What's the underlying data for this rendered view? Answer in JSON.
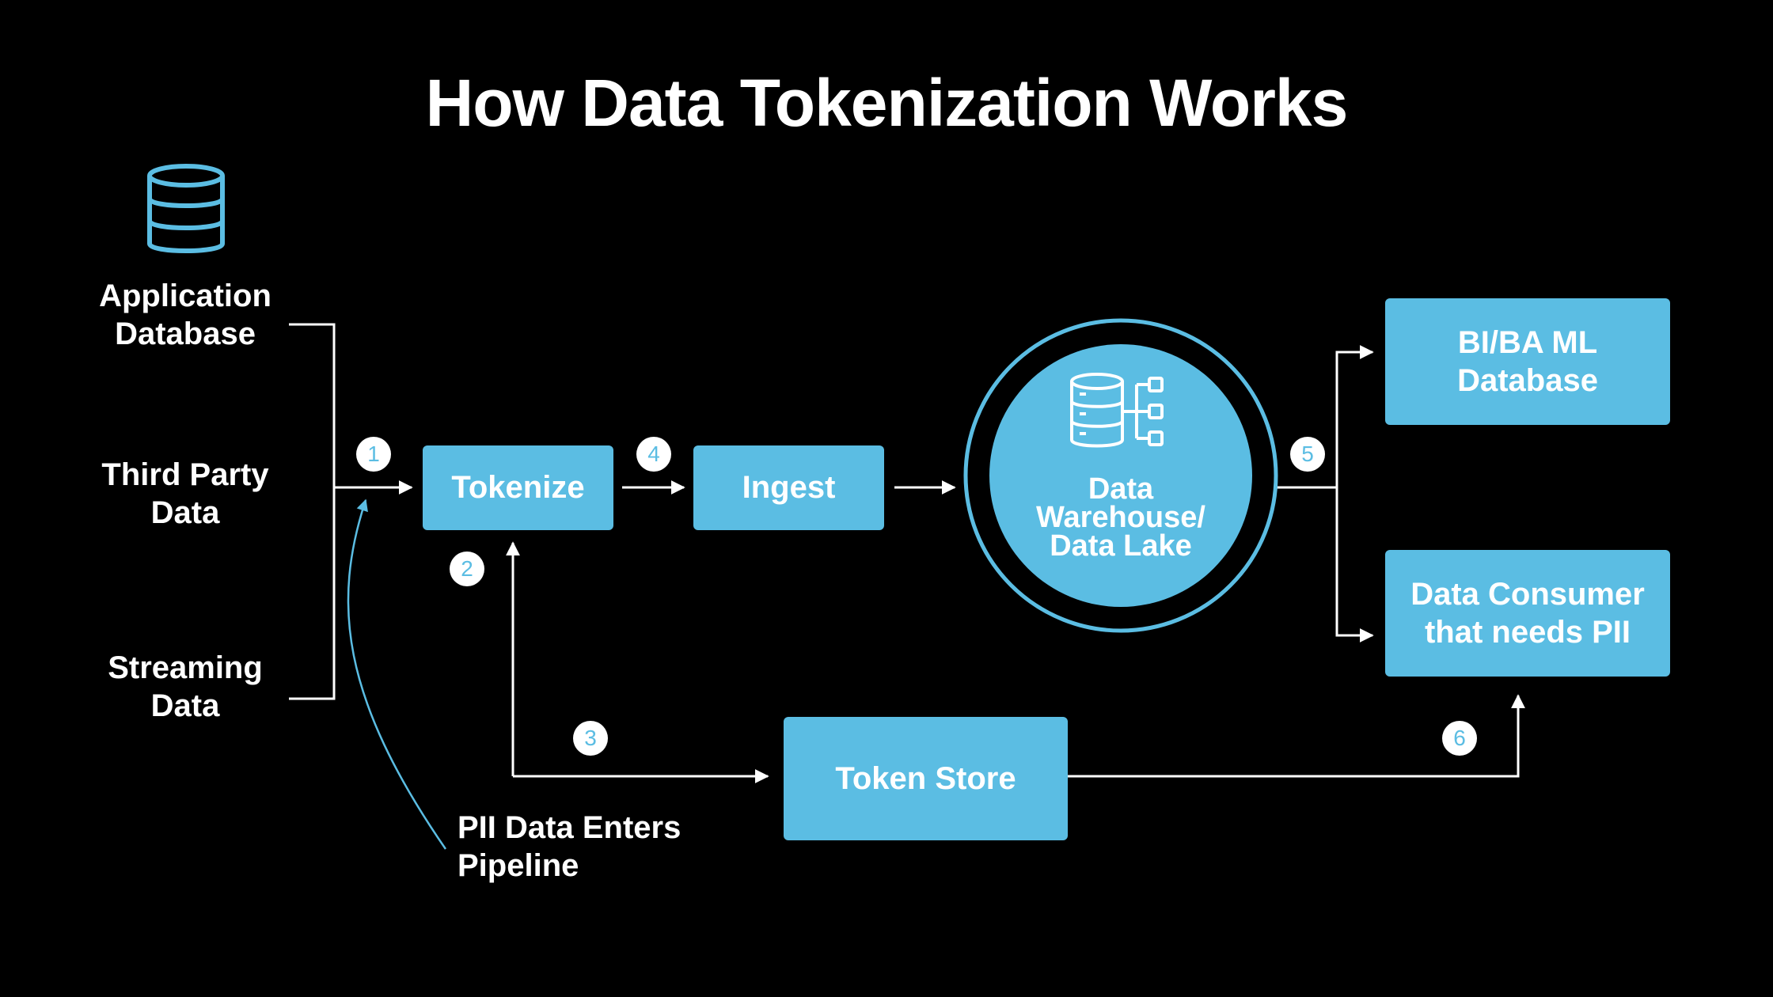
{
  "title": "How Data Tokenization Works",
  "sources": [
    {
      "line1": "Application",
      "line2": "Database"
    },
    {
      "line1": "Third Party",
      "line2": "Data"
    },
    {
      "line1": "Streaming",
      "line2": "Data"
    }
  ],
  "boxes": {
    "tokenize": "Tokenize",
    "ingest": "Ingest",
    "warehouse_line1": "Data",
    "warehouse_line2": "Warehouse/",
    "warehouse_line3": "Data Lake",
    "bi_line1": "BI/BA ML",
    "bi_line2": "Database",
    "consumer_line1": "Data Consumer",
    "consumer_line2": "that needs PII",
    "token_store": "Token Store"
  },
  "steps": [
    "1",
    "2",
    "3",
    "4",
    "5",
    "6"
  ],
  "note": {
    "line1": "PII Data Enters",
    "line2": "Pipeline"
  },
  "colors": {
    "accent": "#5bbde3",
    "background": "#000000",
    "text": "#ffffff"
  },
  "icons": {
    "source": "database-icon",
    "warehouse": "database-hierarchy-icon"
  }
}
